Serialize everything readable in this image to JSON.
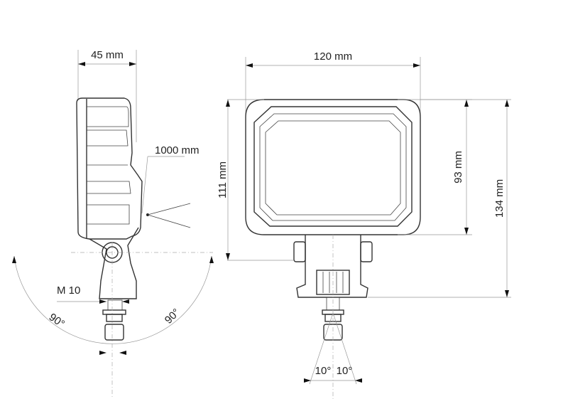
{
  "dimensions": {
    "side_depth": "45 mm",
    "width": "120 mm",
    "cable_length": "1000 mm",
    "lamp_height": "111 mm",
    "lens_height": "93 mm",
    "total_height": "134 mm",
    "thread": "M 10",
    "tilt_left": "90°",
    "tilt_right": "90°",
    "swivel_left": "10°",
    "swivel_right": "10°"
  },
  "colors": {
    "line": "#333333",
    "dimension": "#999999",
    "background": "#ffffff"
  }
}
